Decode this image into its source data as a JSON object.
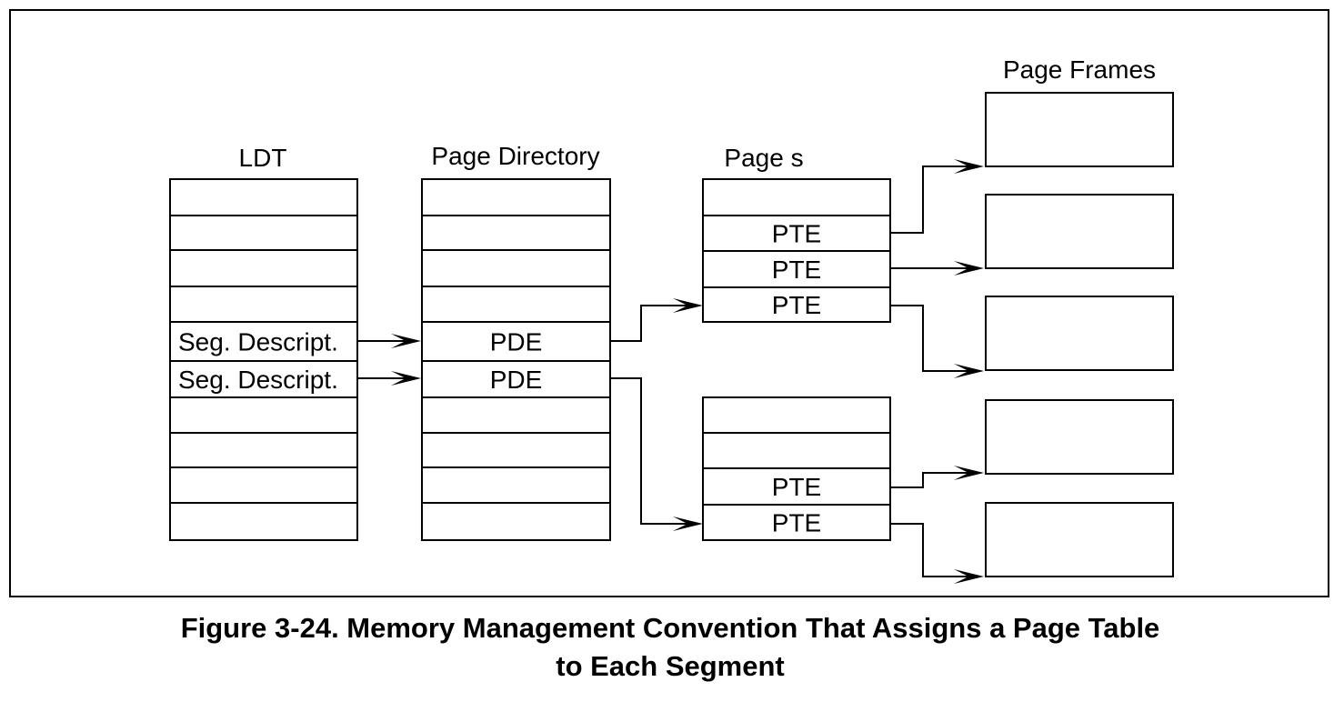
{
  "diagram": {
    "columns": {
      "ldt": {
        "title": "LDT",
        "cells": [
          "",
          "",
          "",
          "",
          "Seg. Descript.",
          "Seg. Descript.",
          "",
          "",
          "",
          ""
        ]
      },
      "page_directory": {
        "title": "Page Directory",
        "cells": [
          "",
          "",
          "",
          "",
          "PDE",
          "PDE",
          "",
          "",
          "",
          ""
        ]
      },
      "page_tables": {
        "title": "Page s",
        "tables": [
          {
            "cells": [
              "",
              "PTE",
              "PTE",
              "PTE"
            ]
          },
          {
            "cells": [
              "",
              "",
              "PTE",
              "PTE"
            ]
          }
        ]
      },
      "page_frames": {
        "title": "Page Frames",
        "frame_count": 5
      }
    }
  },
  "caption": {
    "line1": "Figure 3-24.  Memory Management Convention That Assigns a Page Table",
    "line2": "to Each Segment"
  }
}
